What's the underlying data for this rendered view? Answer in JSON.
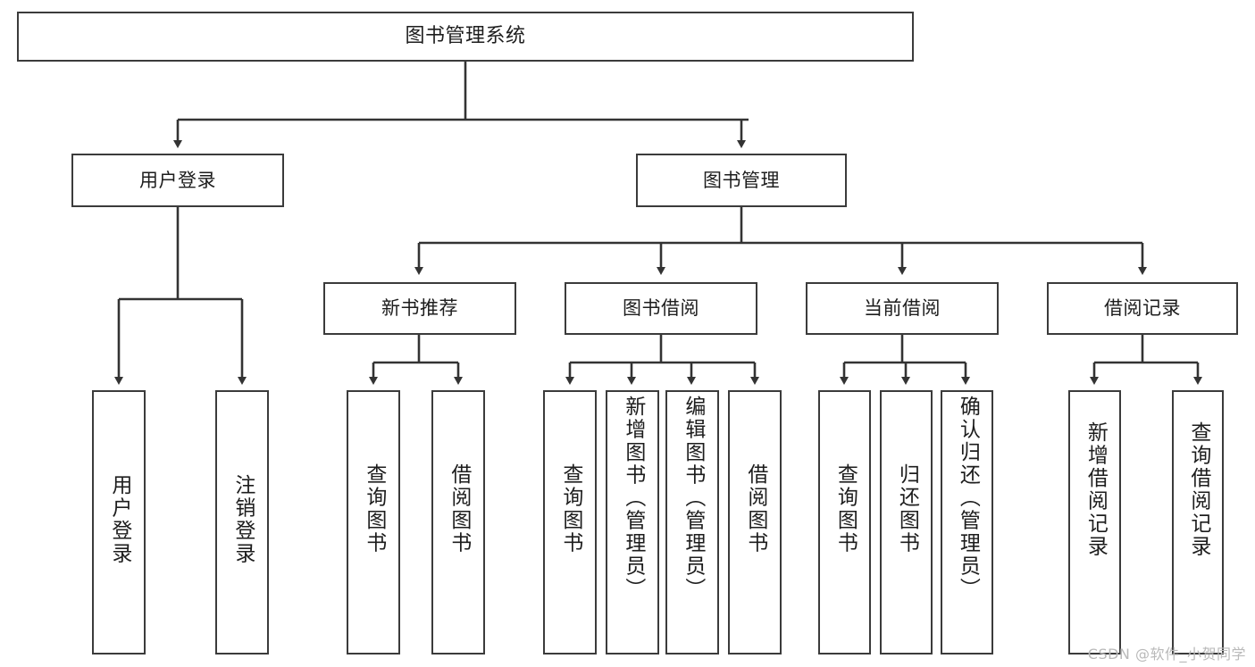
{
  "diagram": {
    "title": "图书管理系统",
    "type": "tree-structure-chart",
    "watermark": "CSDN @软件_小贺同学",
    "colors": {
      "background": "#ffffff",
      "node_border": "#3b3b3b",
      "edge": "#333333",
      "text": "#1d1d1d",
      "watermark": "#b9b9b9"
    },
    "nodes": {
      "root": {
        "label": "图书管理系统"
      },
      "level1": [
        {
          "id": "user-login",
          "label": "用户登录"
        },
        {
          "id": "book-manage",
          "label": "图书管理"
        }
      ],
      "level2": [
        {
          "id": "new-book-recommend",
          "label": "新书推荐"
        },
        {
          "id": "book-borrow",
          "label": "图书借阅"
        },
        {
          "id": "current-borrow",
          "label": "当前借阅"
        },
        {
          "id": "borrow-record",
          "label": "借阅记录"
        }
      ],
      "leaves": {
        "user_login": [
          {
            "id": "leaf-user-login",
            "label": "用户登录"
          },
          {
            "id": "leaf-user-logout",
            "label": "注销登录"
          }
        ],
        "new_book_recommend": [
          {
            "id": "leaf-query-book-1",
            "label": "查询图书"
          },
          {
            "id": "leaf-borrow-book-1",
            "label": "借阅图书"
          }
        ],
        "book_borrow": [
          {
            "id": "leaf-query-book-2",
            "label": "查询图书"
          },
          {
            "id": "leaf-add-book",
            "label": "新增图书（管理员）"
          },
          {
            "id": "leaf-edit-book",
            "label": "编辑图书（管理员）"
          },
          {
            "id": "leaf-borrow-book-2",
            "label": "借阅图书"
          }
        ],
        "current_borrow": [
          {
            "id": "leaf-query-book-3",
            "label": "查询图书"
          },
          {
            "id": "leaf-return-book",
            "label": "归还图书"
          },
          {
            "id": "leaf-confirm-return",
            "label": "确认归还（管理员）"
          }
        ],
        "borrow_record": [
          {
            "id": "leaf-add-record",
            "label": "新增借阅记录"
          },
          {
            "id": "leaf-query-record",
            "label": "查询借阅记录"
          }
        ]
      }
    }
  }
}
